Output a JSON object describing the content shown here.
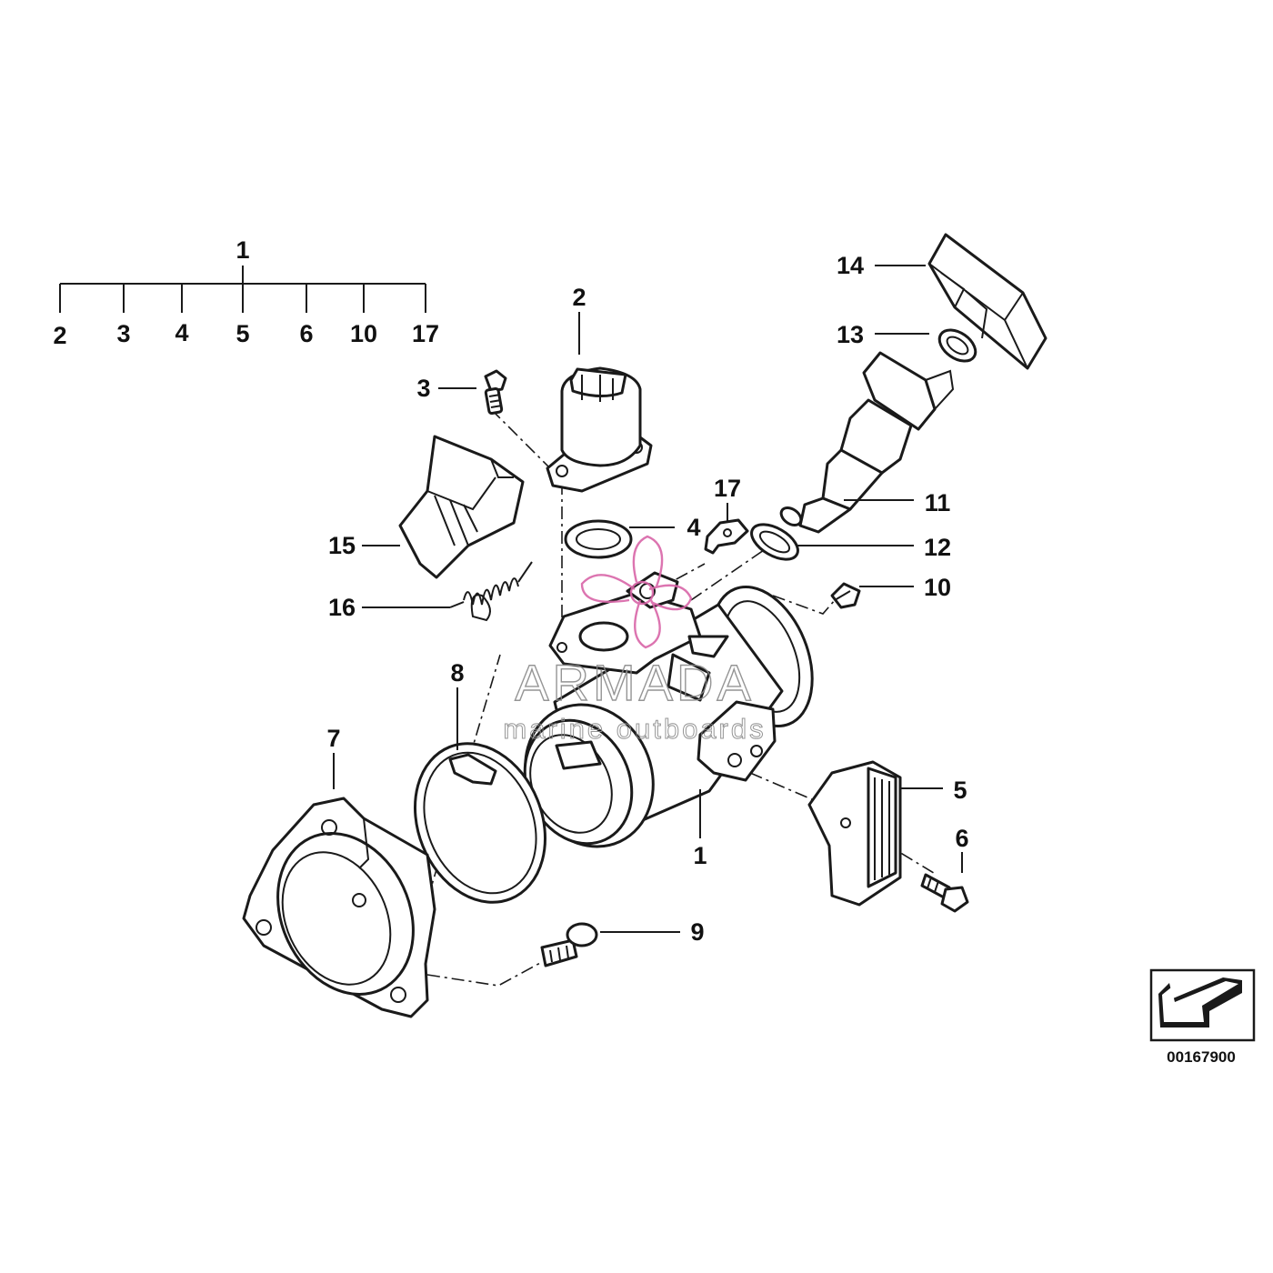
{
  "tree": {
    "root": "1",
    "children": [
      "2",
      "3",
      "4",
      "5",
      "6",
      "10",
      "17"
    ]
  },
  "callouts": {
    "c1": "1",
    "c2": "2",
    "c3": "3",
    "c4": "4",
    "c5": "5",
    "c6": "6",
    "c7": "7",
    "c8": "8",
    "c9": "9",
    "c10": "10",
    "c11": "11",
    "c12": "12",
    "c13": "13",
    "c14": "14",
    "c15": "15",
    "c16": "16",
    "c17": "17"
  },
  "watermark": {
    "brand": "ARMADA",
    "tagline": "marine outboards",
    "accent_color": "#d966a8"
  },
  "document_number": "00167900",
  "icon": "direction-arrow-icon"
}
